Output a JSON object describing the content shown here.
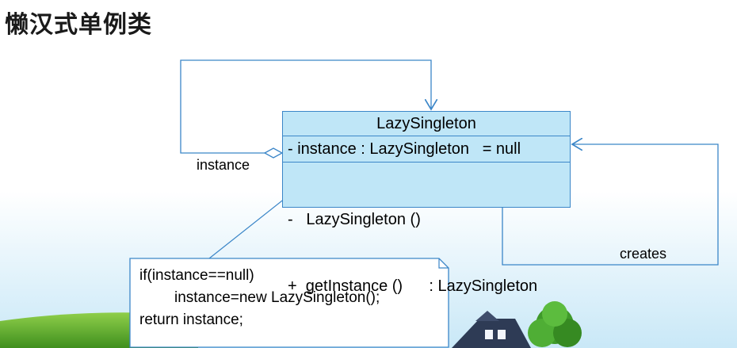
{
  "title": "懒汉式单例类",
  "uml_class": {
    "name": "LazySingleton",
    "attributes": [
      "- instance : LazySingleton   = null"
    ],
    "operations": [
      "-   LazySingleton ()",
      "+  getInstance ()      : LazySingleton"
    ]
  },
  "labels": {
    "self_association": "instance",
    "dependency": "creates"
  },
  "note": {
    "lines": [
      "if(instance==null)",
      "instance=new LazySingleton();",
      "return instance;"
    ]
  },
  "colors": {
    "class_fill": "#bfe6f7",
    "class_border": "#3b86c8",
    "connector": "#3b86c8"
  }
}
